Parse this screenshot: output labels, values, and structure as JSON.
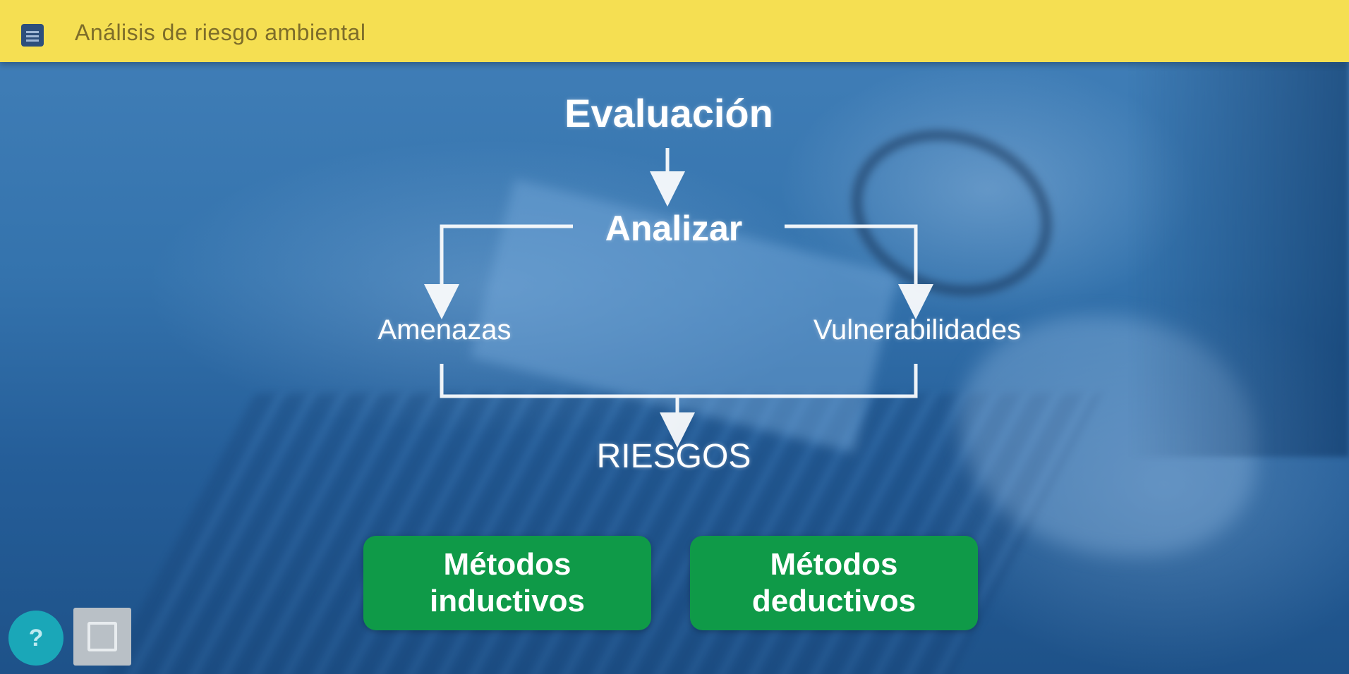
{
  "topbar": {
    "title": "Análisis de riesgo ambiental",
    "menu_icon": "hamburger-menu-icon"
  },
  "diagram": {
    "evaluacion": "Evaluación",
    "analizar": "Analizar",
    "amenazas": "Amenazas",
    "vulnerabilidades": "Vulnerabilidades",
    "riesgos": "RIESGOS"
  },
  "buttons": {
    "inductivos_line1": "Métodos",
    "inductivos_line2": "inductivos",
    "deductivos_line1": "Métodos",
    "deductivos_line2": "deductivos"
  },
  "footer": {
    "help_glyph": "?",
    "help_icon": "help-icon",
    "square_icon": "fullscreen-icon"
  },
  "colors": {
    "topbar": "#f5df52",
    "button_green": "#0f9a48",
    "background_blue": "#2f6aa3",
    "help_teal": "#1aa7b8"
  }
}
